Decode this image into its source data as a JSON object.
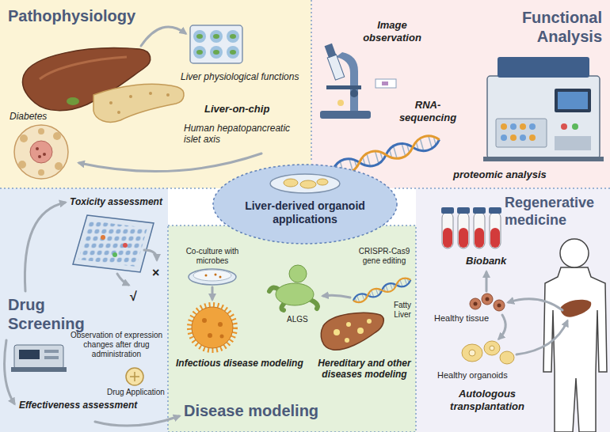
{
  "diagram": {
    "nodes": [
      {
        "text": [
          "Pathophysiology"
        ]
      },
      {
        "text": [
          "Functional Analysis"
        ]
      },
      {
        "text": [
          "Liver-derived organoid applications"
        ]
      },
      {
        "text": [
          "Drug Screening"
        ]
      },
      {
        "text": [
          "Disease modeling"
        ]
      },
      {
        "text": [
          "Regenerative medicine"
        ]
      }
    ],
    "labels": [
      "Liver physiological functions",
      "Liver-on-chip",
      "Human hepatopancreatic islet axis",
      "Diabetes",
      "Image observation",
      "RNA-sequencing",
      "proteomic analysis",
      "Toxicity assessment",
      "×",
      "√",
      "Observation of expression changes after drug administration",
      "Effectiveness assessment",
      "Drug Application",
      "Co-culture with microbes",
      "CRISPR-Cas9 gene editing",
      "ALGS",
      "Fatty Liver",
      "Infectious disease modeling",
      "Hereditary and other diseases modeling",
      "Biobank",
      "Healthy tissue",
      "Healthy organoids",
      "Autologous transplantation"
    ]
  }
}
